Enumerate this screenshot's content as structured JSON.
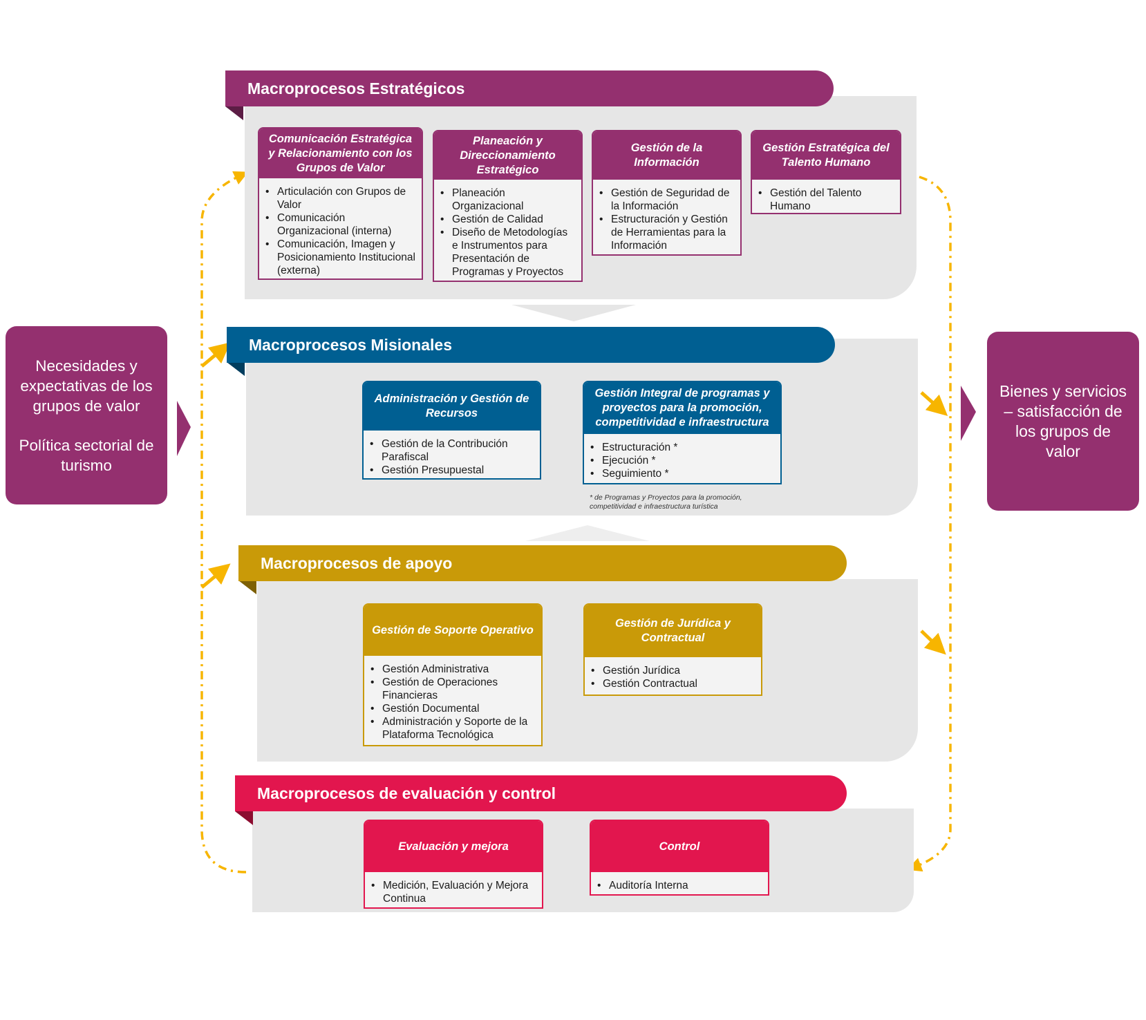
{
  "left_box": {
    "line1": "Necesidades y expectativas de los grupos de valor",
    "line2": "Política sectorial de turismo"
  },
  "right_box": {
    "text": "Bienes y servicios – satisfacción de los grupos de valor"
  },
  "colors": {
    "estrategicos": "#94306f",
    "misionales": "#005f92",
    "apoyo": "#c99a08",
    "evaluacion": "#e2164e",
    "flow_arrows": "#f7b500",
    "panel": "#e6e6e6"
  },
  "estrategicos": {
    "title": "Macroprocesos Estratégicos",
    "cards": [
      {
        "title": "Comunicación Estratégica y Relacionamiento con los Grupos de Valor",
        "items": [
          "Articulación con Grupos de Valor",
          "Comunicación Organizacional (interna)",
          "Comunicación, Imagen y Posicionamiento Institucional (externa)"
        ]
      },
      {
        "title": "Planeación y Direccionamiento Estratégico",
        "items": [
          "Planeación Organizacional",
          "Gestión de Calidad",
          "Diseño de Metodologías e Instrumentos para Presentación de Programas y Proyectos"
        ]
      },
      {
        "title": "Gestión de la Información",
        "items": [
          "Gestión de Seguridad de la Información",
          "Estructuración y Gestión de Herramientas para la Información"
        ]
      },
      {
        "title": "Gestión Estratégica del Talento Humano",
        "items": [
          "Gestión del Talento Humano"
        ]
      }
    ]
  },
  "misionales": {
    "title": "Macroprocesos Misionales",
    "cards": [
      {
        "title": "Administración y Gestión de Recursos",
        "items": [
          "Gestión de la Contribución Parafiscal",
          "Gestión Presupuestal"
        ]
      },
      {
        "title": "Gestión Integral de programas y proyectos para la promoción, competitividad e infraestructura",
        "items": [
          "Estructuración *",
          "Ejecución *",
          "Seguimiento *"
        ]
      }
    ],
    "footnote": "* de Programas y Proyectos para la promoción, competitividad e infraestructura turística"
  },
  "apoyo": {
    "title": "Macroprocesos de apoyo",
    "cards": [
      {
        "title": "Gestión de Soporte Operativo",
        "items": [
          "Gestión Administrativa",
          "Gestión de Operaciones Financieras",
          "Gestión Documental",
          "Administración y Soporte de la Plataforma Tecnológica"
        ]
      },
      {
        "title": "Gestión de Jurídica y Contractual",
        "items": [
          "Gestión Jurídica",
          "Gestión Contractual"
        ]
      }
    ]
  },
  "evaluacion": {
    "title": "Macroprocesos de evaluación y control",
    "cards": [
      {
        "title": "Evaluación y mejora",
        "items": [
          "Medición, Evaluación y Mejora Continua"
        ]
      },
      {
        "title": "Control",
        "items": [
          "Auditoría Interna"
        ]
      }
    ]
  }
}
